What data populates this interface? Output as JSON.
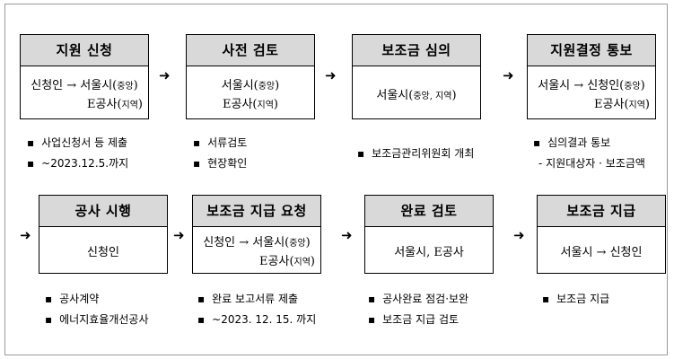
{
  "row1": [
    {
      "title": "지원 신청",
      "line1": "신청인 → 서울시(중앙)",
      "line2": "E공사(지역)",
      "bullets": [
        "사업신청서 등 제출",
        "~2023.12.5.까지"
      ]
    },
    {
      "title": "사전 검토",
      "line1": "서울시(중앙)",
      "line2": "E공사(지역)",
      "bullets": [
        "서류검토",
        "현장확인"
      ]
    },
    {
      "title": "보조금 심의",
      "line1": "서울시(중앙, 지역)",
      "bullets": [
        "보조금관리위원회 개최"
      ]
    },
    {
      "title": "지원결정 통보",
      "line1": "서울시 → 신청인(중앙)",
      "line2": "E공사(지역)",
      "bullets": [
        "심의결과 통보"
      ],
      "sub": "- 지원대상자 · 보조금액"
    }
  ],
  "row2": [
    {
      "title": "공사 시행",
      "line1": "신청인",
      "bullets": [
        "공사계약",
        "에너지효율개선공사"
      ]
    },
    {
      "title": "보조금 지급 요청",
      "line1": "신청인 → 서울시(중앙)",
      "line2": "E공사(지역)",
      "bullets": [
        "완료 보고서류 제출",
        "~2023. 12. 15. 까지"
      ]
    },
    {
      "title": "완료 검토",
      "line1": "서울시, E공사",
      "bullets": [
        "공사완료 점검·보완",
        "보조금 지급 검토"
      ]
    },
    {
      "title": "보조금 지급",
      "line1": "서울시 → 신청인",
      "bullets": [
        "보조금 지급"
      ]
    }
  ],
  "arrow_glyph": "➜"
}
